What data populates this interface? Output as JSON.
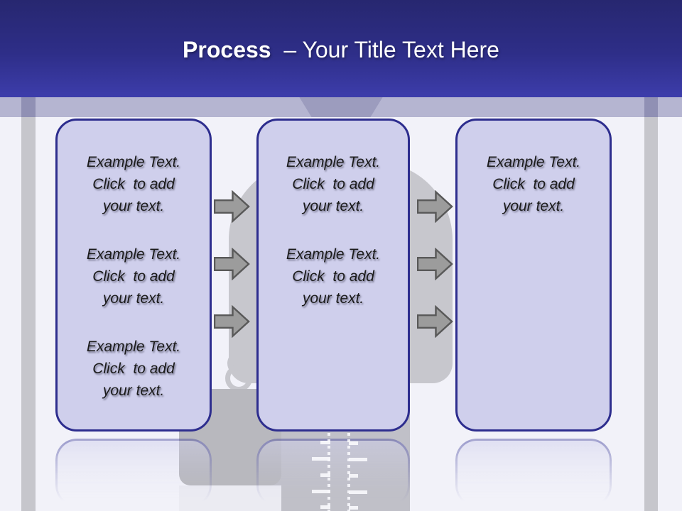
{
  "slide_title": {
    "bold": "Process",
    "rest": "  – Your Title Text Here"
  },
  "process_boxes": [
    {
      "name": "step-1",
      "paragraphs": [
        "Example Text.\nClick  to add\nyour text.",
        "Example Text.\nClick  to add\nyour text.",
        "Example Text.\nClick  to add\nyour text."
      ]
    },
    {
      "name": "step-2",
      "paragraphs": [
        "Example Text.\nClick  to add\nyour text.",
        "Example Text.\nClick  to add\nyour text."
      ]
    },
    {
      "name": "step-3",
      "paragraphs": [
        "Example Text.\nClick  to add\nyour text."
      ]
    }
  ],
  "icons": {
    "arrow": "arrow-right-icon"
  },
  "colors": {
    "header_top": "#272770",
    "header_bottom": "#3d3dab",
    "band": "#b5b5d1",
    "background": "#f2f2f9",
    "box_fill": "#cfcfec",
    "box_border": "#2d2d8e",
    "arrow_fill": "#9c9c9c",
    "arrow_stroke": "#595959",
    "silhouette_gray": "#c7c7cd",
    "title_text": "#ffffff",
    "body_text": "#1b1b1b"
  }
}
